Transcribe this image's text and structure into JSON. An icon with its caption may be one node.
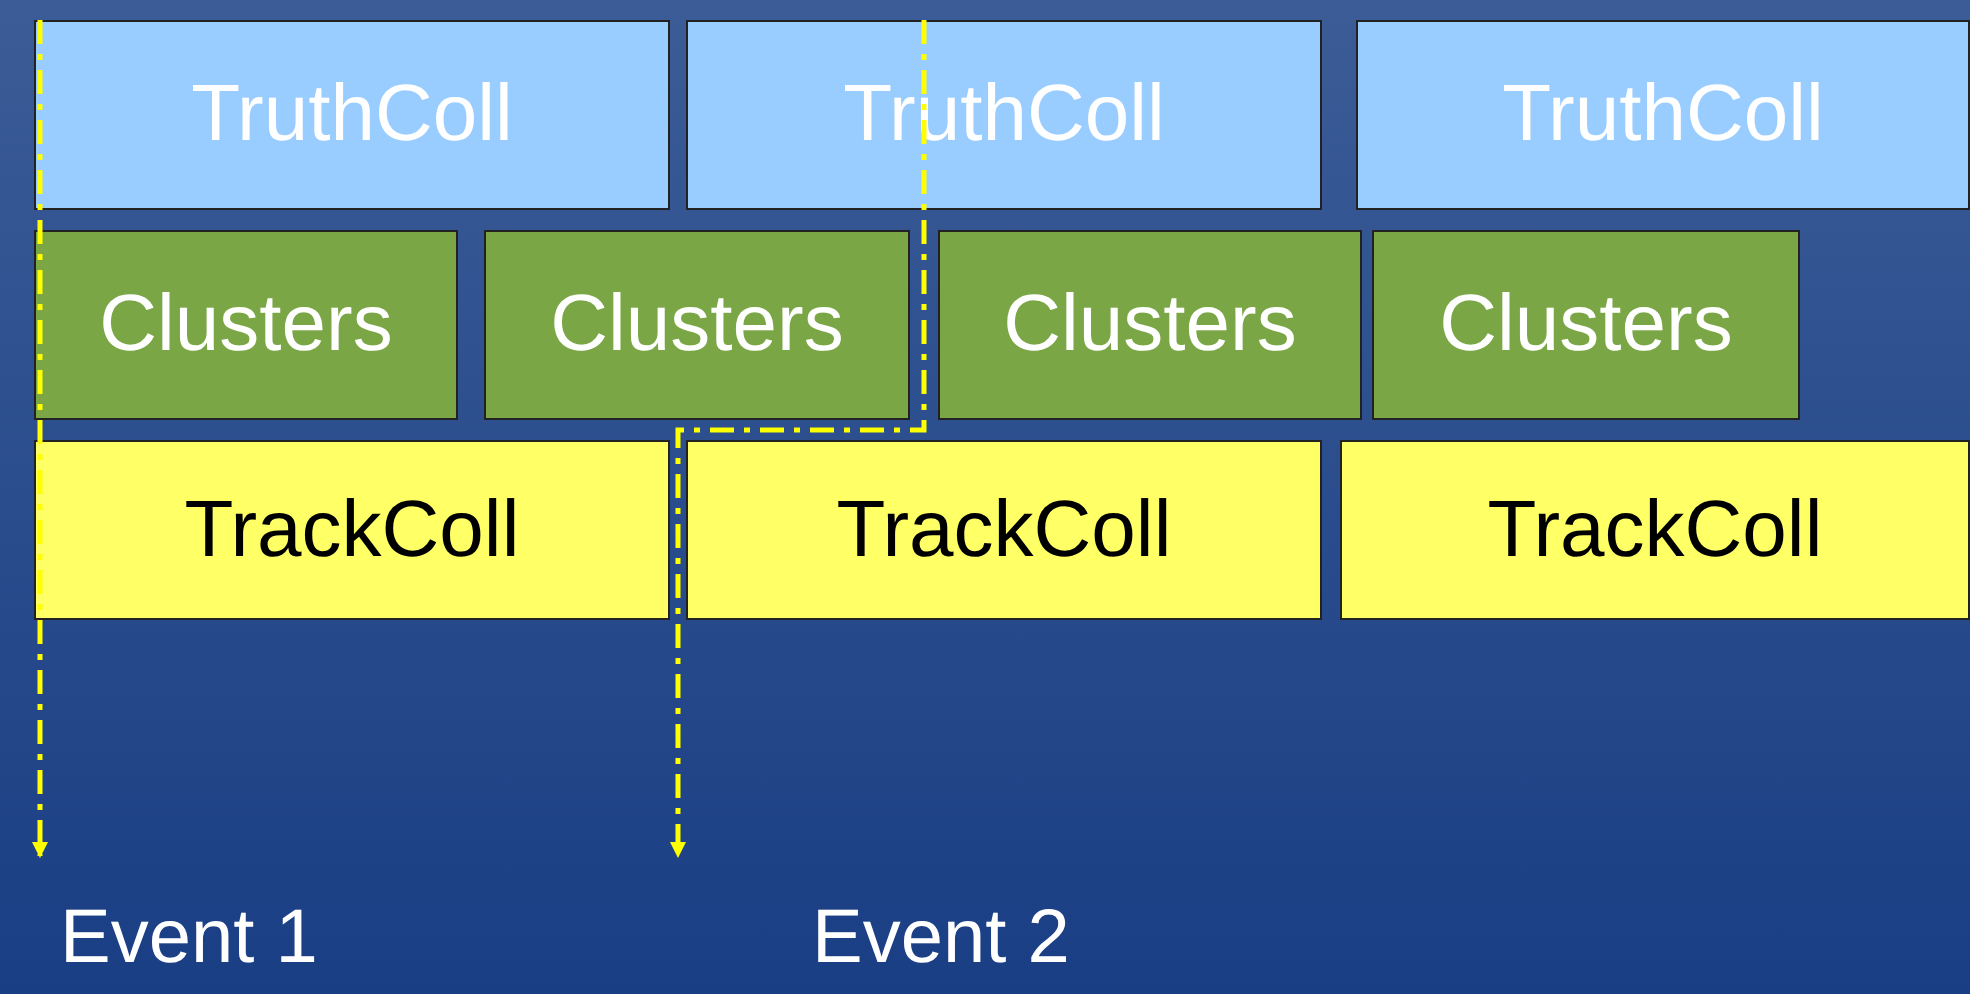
{
  "diagram": {
    "nodes": [
      {
        "text": [
          "TruthColl"
        ]
      },
      {
        "text": [
          "TruthColl"
        ]
      },
      {
        "text": [
          "TruthColl"
        ]
      },
      {
        "text": [
          "Clusters"
        ]
      },
      {
        "text": [
          "Clusters"
        ]
      },
      {
        "text": [
          "Clusters"
        ]
      },
      {
        "text": [
          "Clusters"
        ]
      },
      {
        "text": [
          "TrackColl"
        ]
      },
      {
        "text": [
          "TrackColl"
        ]
      },
      {
        "text": [
          "TrackColl"
        ]
      },
      {
        "text": [
          "Event 1"
        ]
      },
      {
        "text": [
          "Event 2"
        ]
      }
    ],
    "edges": [
      {
        "from": 0,
        "to": 10,
        "arrow": "to",
        "style": "dashed"
      },
      {
        "from": 1,
        "to": 11,
        "arrow": "to",
        "style": "dashed"
      }
    ]
  }
}
